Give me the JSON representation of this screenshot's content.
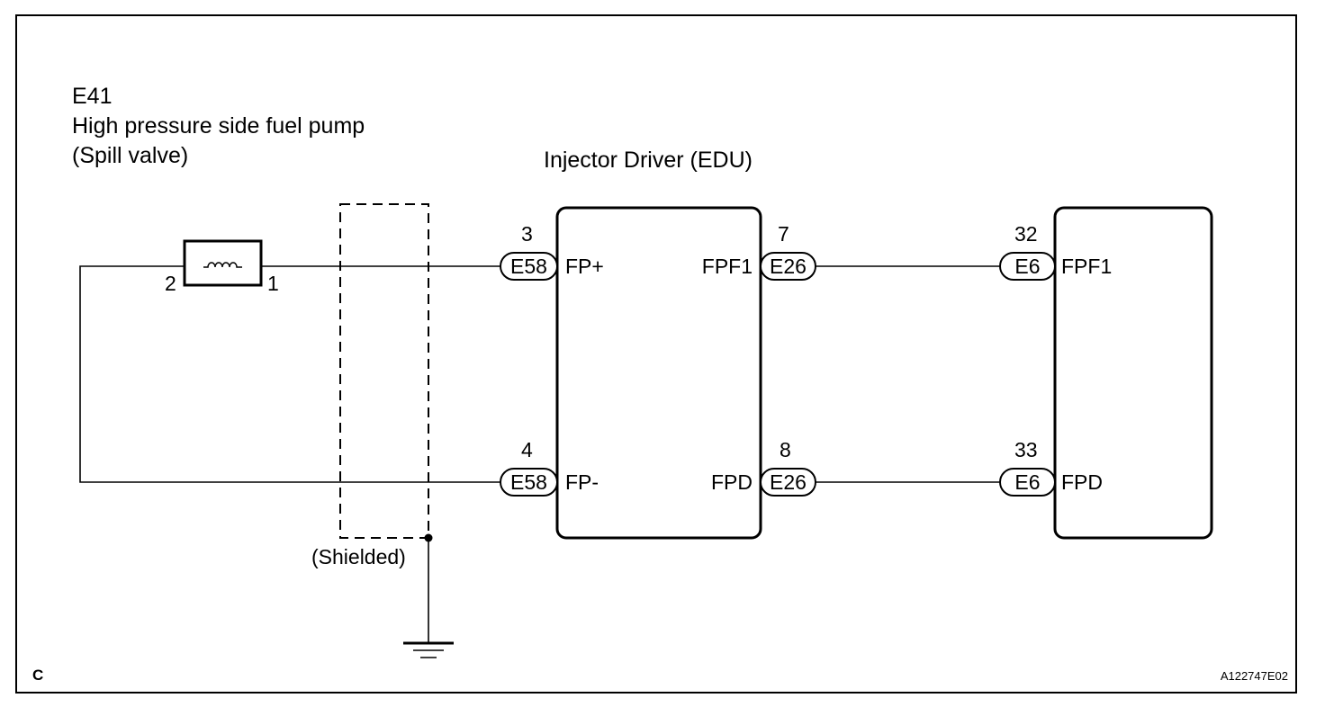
{
  "component": {
    "code": "E41",
    "name": "High pressure side fuel pump",
    "subname": "(Spill valve)",
    "pin_left": "2",
    "pin_right": "1"
  },
  "shield_label": "(Shielded)",
  "edu": {
    "title": "Injector Driver (EDU)",
    "left_pins": [
      {
        "number": "3",
        "connector": "E58",
        "terminal": "FP+"
      },
      {
        "number": "4",
        "connector": "E58",
        "terminal": "FP-"
      }
    ],
    "right_pins": [
      {
        "number": "7",
        "connector": "E26",
        "terminal": "FPF1"
      },
      {
        "number": "8",
        "connector": "E26",
        "terminal": "FPD"
      }
    ]
  },
  "ecm": {
    "pins": [
      {
        "number": "32",
        "connector": "E6",
        "terminal": "FPF1"
      },
      {
        "number": "33",
        "connector": "E6",
        "terminal": "FPD"
      }
    ]
  },
  "corner_letter": "C",
  "figure_id": "A122747E02"
}
